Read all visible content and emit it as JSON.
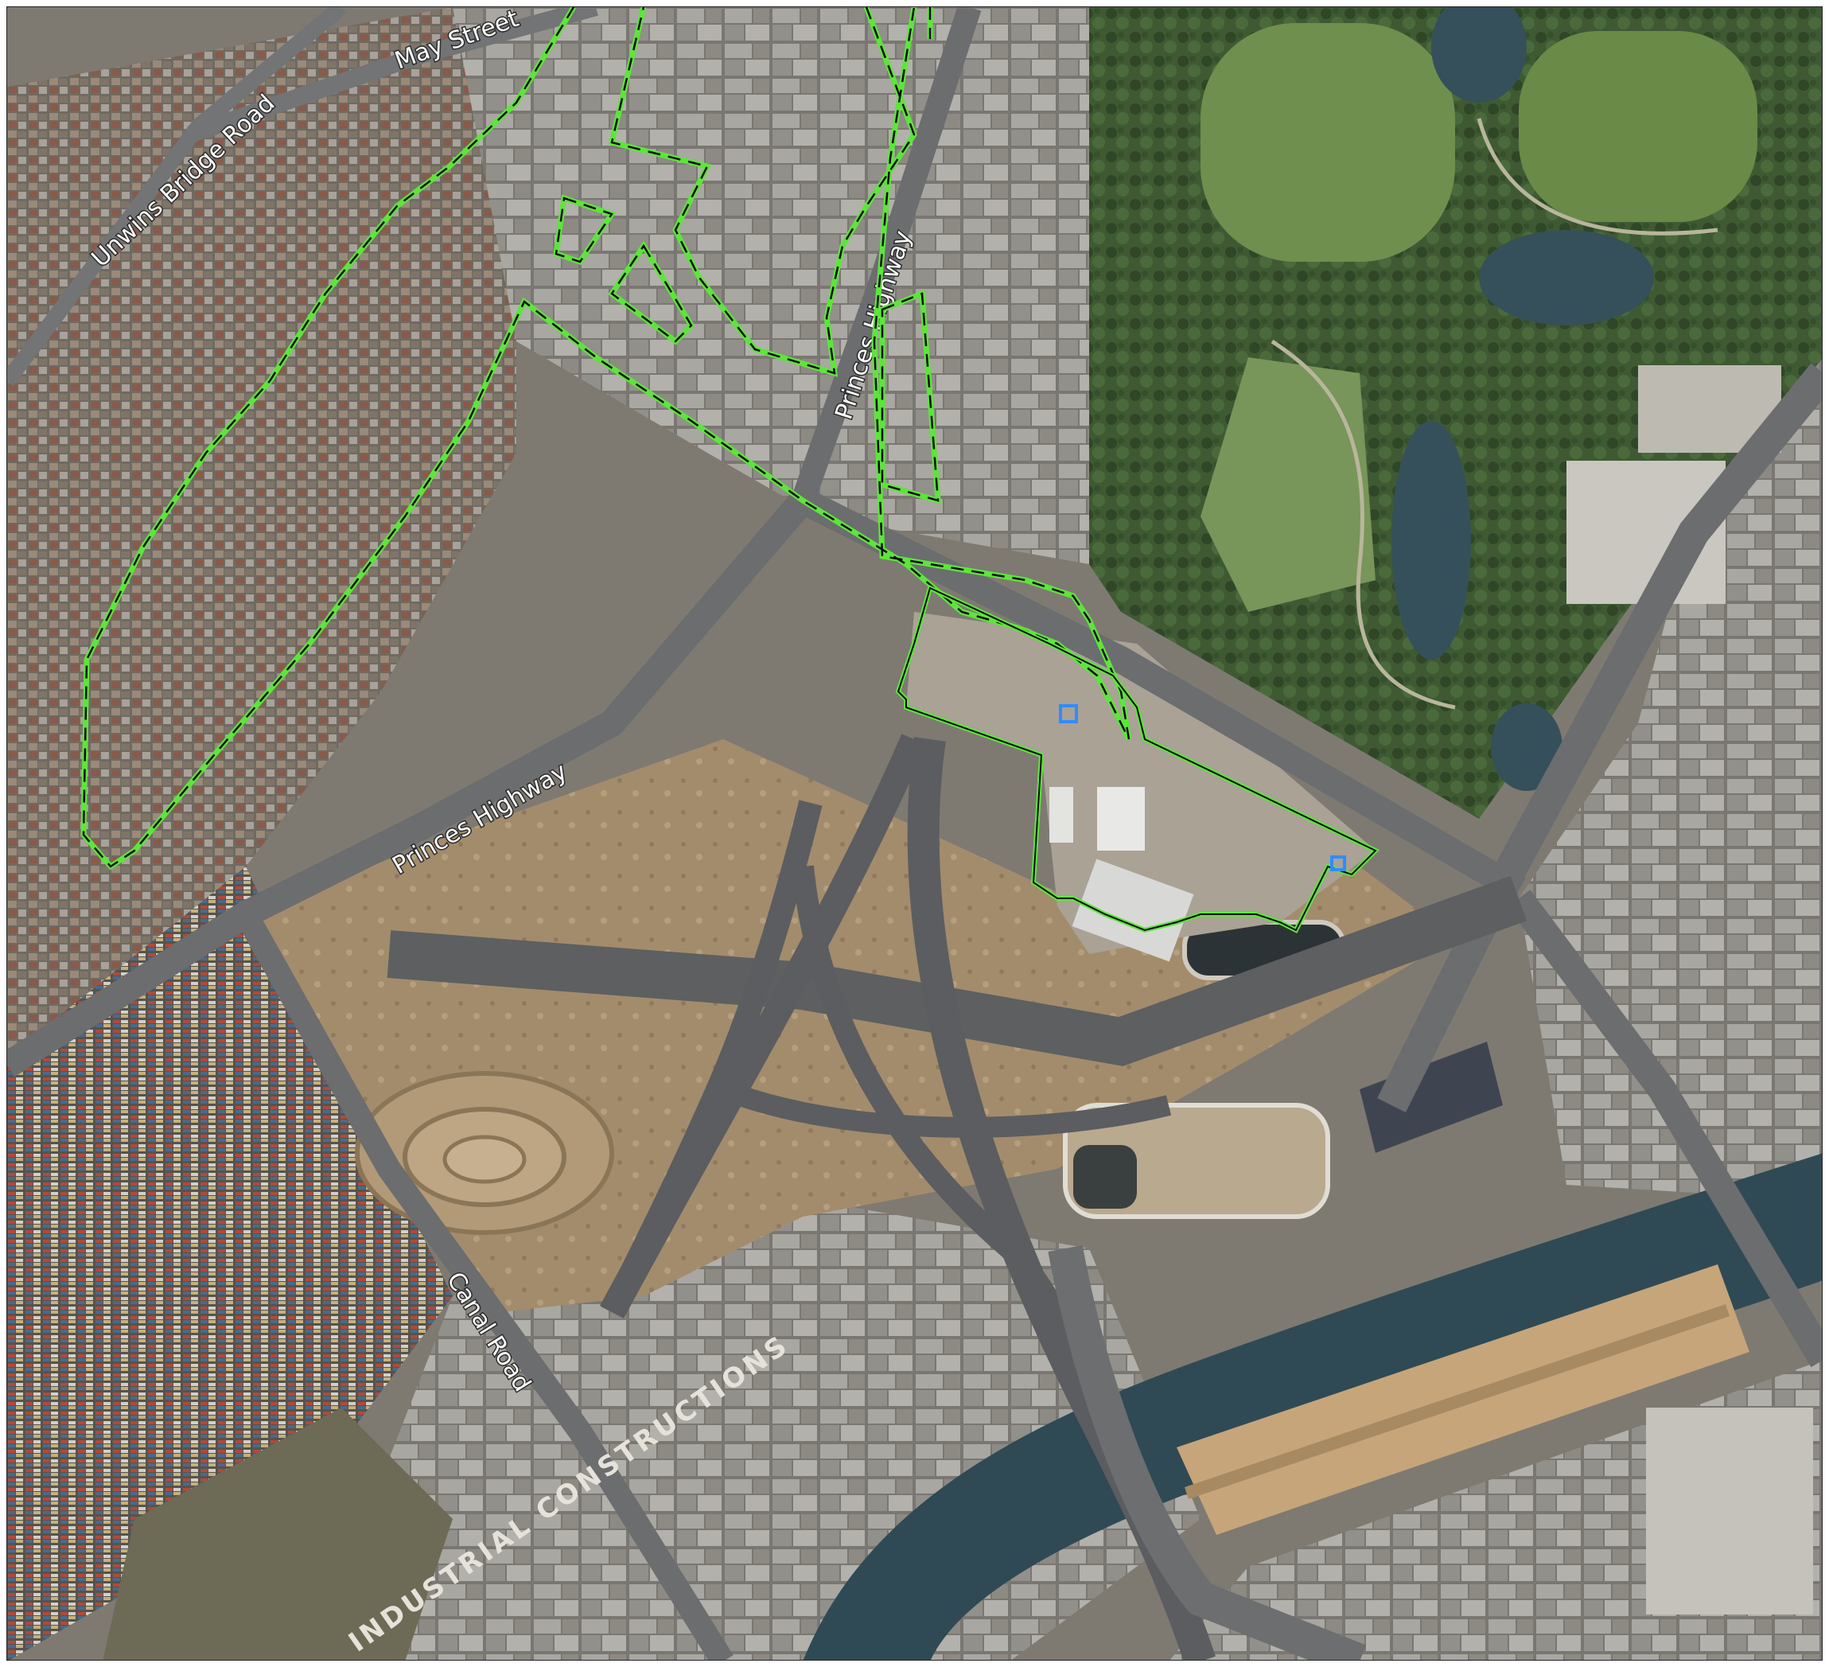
{
  "map": {
    "road_labels": {
      "may_street": "May Street",
      "unwins_bridge_road": "Unwins Bridge Road",
      "princes_highway_north": "Princes Highway",
      "princes_highway_west": "Princes Highway",
      "canal_road": "Canal Road"
    },
    "building_sign": "INDUSTRIAL CONSTRUCTIONS",
    "colors": {
      "boundary_green": "#5ce63a",
      "boundary_dash": "#0d0d0d",
      "site_outline": "#2fb52f",
      "marker_blue": "#2f8cff",
      "park_green": "#4d6b3a",
      "river": "#2f4a55",
      "roads": "#6c6f72",
      "urban": "#8c857c",
      "earthworks": "#a8906f"
    },
    "legend_icons": [
      "dashed-boundary-icon",
      "site-boundary-icon",
      "blue-square-marker-icon"
    ]
  }
}
